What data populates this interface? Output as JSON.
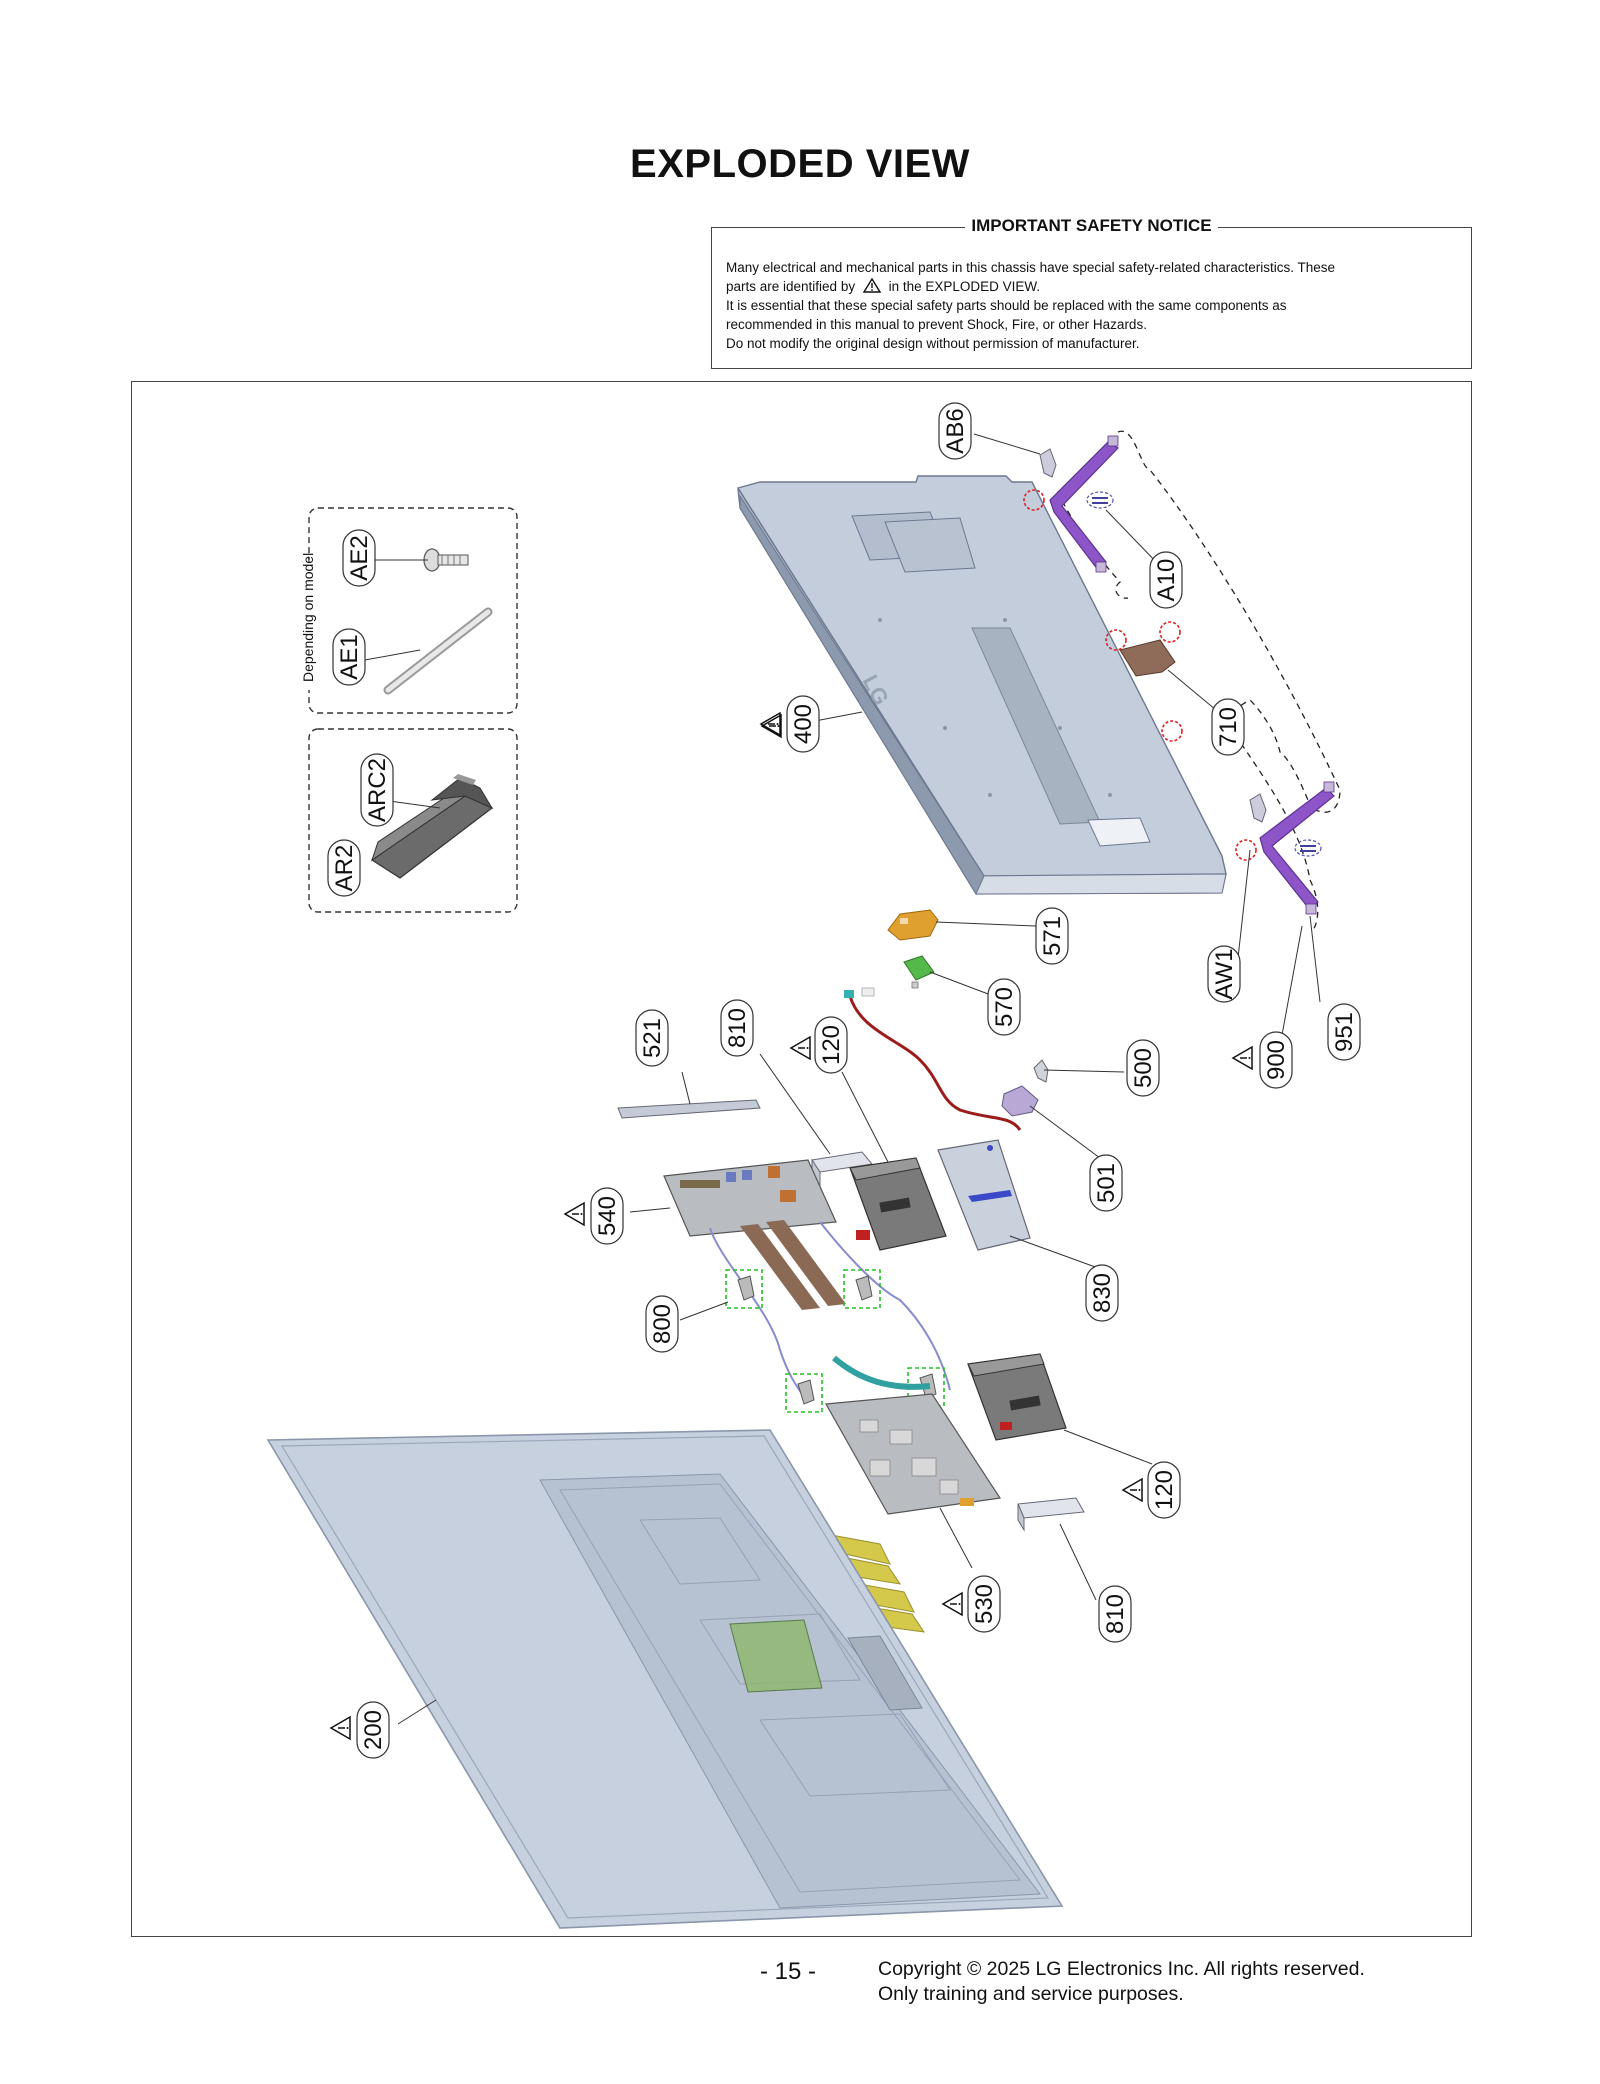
{
  "page": {
    "title": "EXPLODED VIEW",
    "page_number": "- 15 -",
    "copyright_line1": "Copyright © 2025 LG Electronics Inc. All rights reserved.",
    "copyright_line2": "Only training and service purposes."
  },
  "notice": {
    "title": "IMPORTANT SAFETY NOTICE",
    "line1": "Many electrical and mechanical parts in this chassis have special safety-related characteristics. These",
    "line2a": "parts are identified by",
    "line2b": "in the EXPLODED VIEW.",
    "line3": "It is essential that these special safety parts should be replaced with the same components as",
    "line4": "recommended in this manual to prevent Shock, Fire, or other Hazards.",
    "line5": "Do not modify the original design without permission of manufacturer."
  },
  "accessories": {
    "note": "Depending on model"
  },
  "parts": {
    "p_ab6": "AB6",
    "p_a10": "A10",
    "p_710": "710",
    "p_400": "400",
    "p_ae2": "AE2",
    "p_ae1": "AE1",
    "p_arc2": "ARC2",
    "p_ar2": "AR2",
    "p_571": "571",
    "p_570": "570",
    "p_aw1": "AW1",
    "p_900": "900",
    "p_951": "951",
    "p_521": "521",
    "p_810a": "810",
    "p_120a": "120",
    "p_500": "500",
    "p_501": "501",
    "p_540": "540",
    "p_830": "830",
    "p_800": "800",
    "p_120b": "120",
    "p_530": "530",
    "p_810b": "810",
    "p_200": "200"
  },
  "colors": {
    "panel_fill": "#c6d0de",
    "panel_edge": "#8a97ab",
    "stand": "#8e55c8",
    "board_green": "#55b84a",
    "board_gray": "#b9bcc1",
    "speaker": "#6e6e6e",
    "bracket_orange": "#e0a030",
    "tape_yellow": "#d4c94a",
    "ffc_brown": "#8a6a55",
    "cable_red": "#9c1c1c",
    "red_marker": "#e02020",
    "green_marker": "#22c022"
  }
}
